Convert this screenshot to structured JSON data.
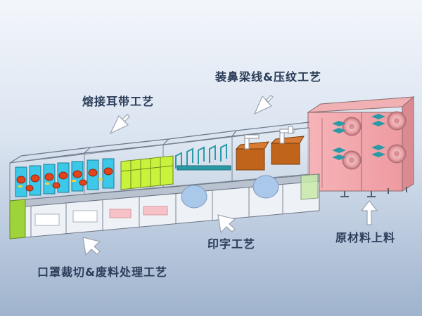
{
  "labels": {
    "welding": "熔接耳带工艺",
    "nose_wire": "装鼻梁线&压纹工艺",
    "printing": "印字工艺",
    "raw_material": "原材料上料",
    "cutting": "口罩裁切&废料处理工艺"
  },
  "colors": {
    "accent_pink": "#f3a3a8",
    "accent_cyan": "#3cc8e8",
    "accent_lime": "#c8f23c",
    "accent_orange": "#c0631b",
    "accent_teal": "#2b9aa8",
    "label_text": "#2a3c58"
  }
}
